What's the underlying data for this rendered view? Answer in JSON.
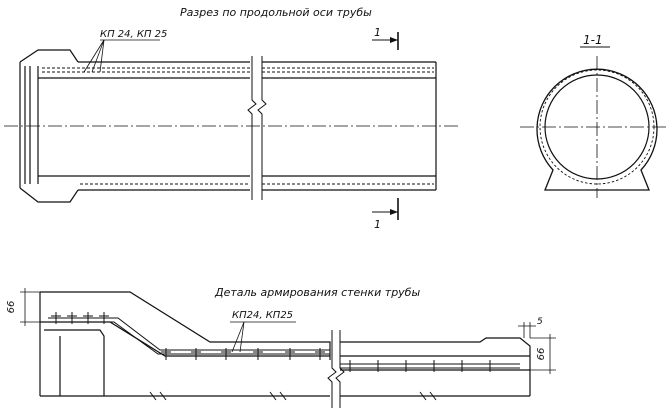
{
  "section_title": "Разрез по продольной оси трубы",
  "rebar_label_top": "КП 24, КП 25",
  "cut_mark": "1",
  "cross_section_label": "1-1",
  "detail_title": "Деталь армирования стенки трубы",
  "rebar_label_detail": "КП24, КП25",
  "dim_left": "66",
  "dim_right": "66",
  "dim_gap": "5"
}
